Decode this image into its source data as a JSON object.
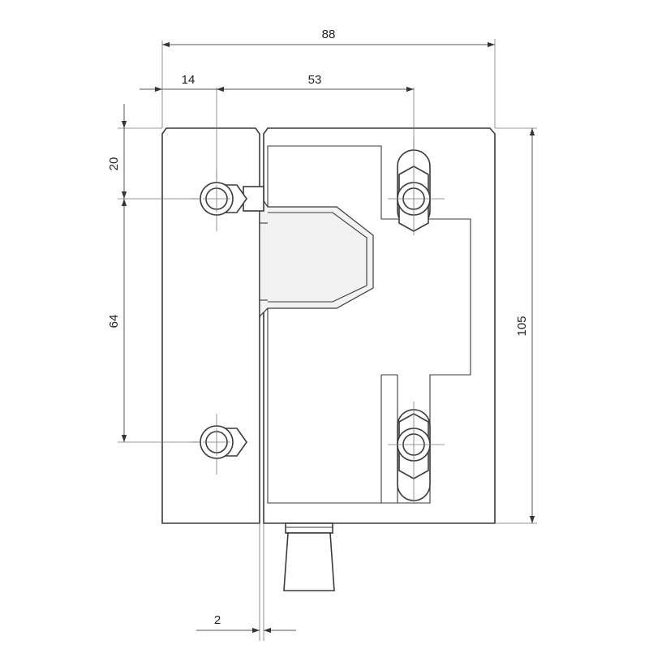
{
  "drawing": {
    "dimensions": {
      "overall_width": "88",
      "hole_offset_left": "14",
      "hole_spacing_horizontal": "53",
      "hole_offset_top": "20",
      "hole_spacing_vertical": "64",
      "overall_height": "105",
      "gap": "2"
    }
  }
}
